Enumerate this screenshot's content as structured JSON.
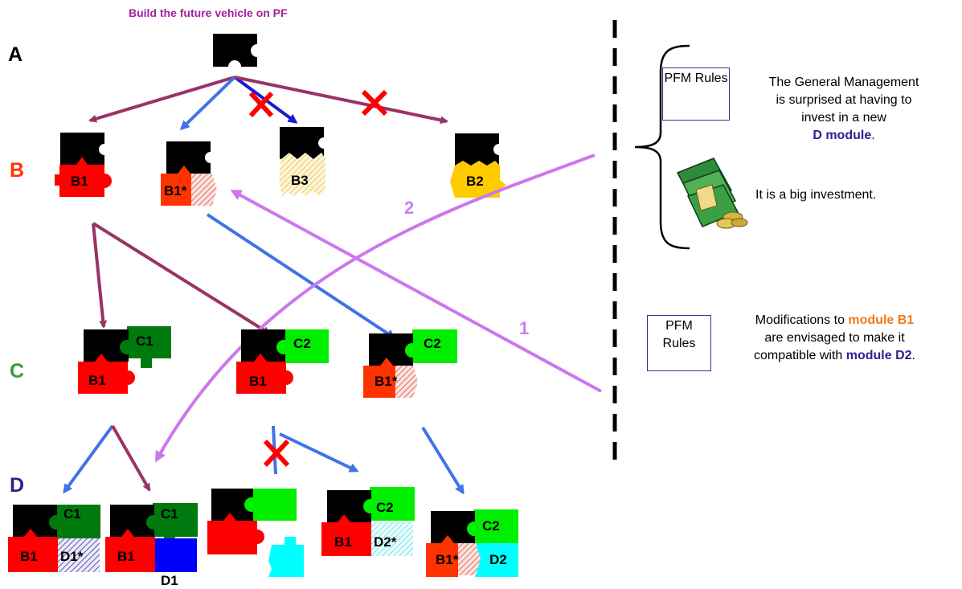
{
  "title": "Build the future vehicle on PF",
  "levels": {
    "a": "A",
    "b": "B",
    "c": "C",
    "d": "D"
  },
  "pieces": {
    "b1": "B1",
    "b1s": "B1*",
    "b3": "B3",
    "b2": "B2",
    "c1": "C1",
    "c2": "C2",
    "d1s": "D1*",
    "d1": "D1",
    "d2s": "D2*",
    "d2": "D2"
  },
  "paths": {
    "one": "1",
    "two": "2"
  },
  "notes": {
    "box_top": "PFM Rules",
    "top_l1": "The General Management",
    "top_l2": "is surprised at having to",
    "top_l3": "invest in a new",
    "top_module": "D module",
    "top_period": ".",
    "money": "It is a big investment.",
    "box_bottom": "PFM Rules",
    "bot_pre": "Modifications to ",
    "bot_module1": "module B1",
    "bot_l2": "are envisaged to make it",
    "bot_pre3": "compatible with ",
    "bot_module2": "module D2",
    "bot_period": "."
  },
  "colors": {
    "black": "#000000",
    "red": "#ff0000",
    "redorange": "#ff3300",
    "hatch_red": "#e8a8a0",
    "hatch_yellow": "#f3df9a",
    "yellow": "#ffcc00",
    "dark_green": "#007a0e",
    "green": "#00ee00",
    "blue": "#0000ff",
    "cyan": "#00ffff",
    "light_cyan": "#b8f4f4",
    "hatch_blue": "#c7c3e6",
    "maroon_arrow": "#993366",
    "blue_arrow": "#3f73e6",
    "violet_path": "#cc77ee",
    "cross": "#ff0000",
    "title": "#a0229e"
  }
}
